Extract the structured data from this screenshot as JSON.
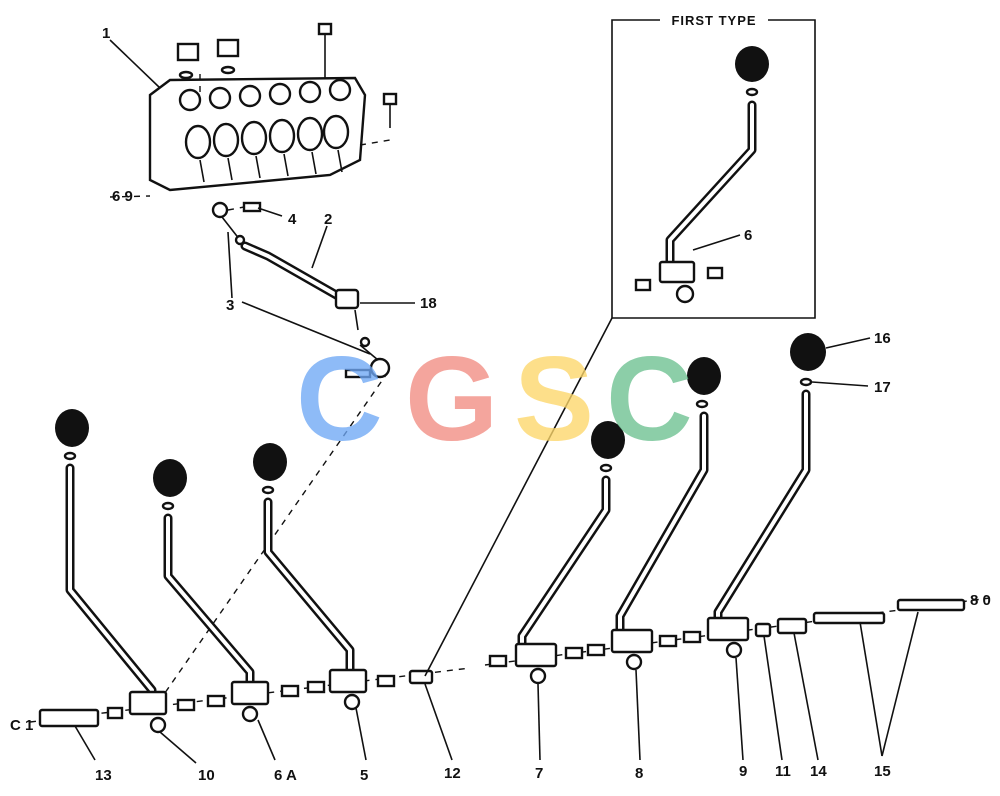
{
  "diagram": {
    "frame_title": "FIRST TYPE",
    "callouts": [
      "1",
      "2",
      "3",
      "4",
      "18",
      "6",
      "16",
      "17",
      "13",
      "10",
      "6 A",
      "5",
      "12",
      "7",
      "8",
      "9",
      "11",
      "14",
      "15"
    ],
    "watermark": {
      "text": "CGSC",
      "colors": [
        "#6fa8f5",
        "#f28c82",
        "#fdd76a",
        "#6cc190"
      ]
    }
  }
}
